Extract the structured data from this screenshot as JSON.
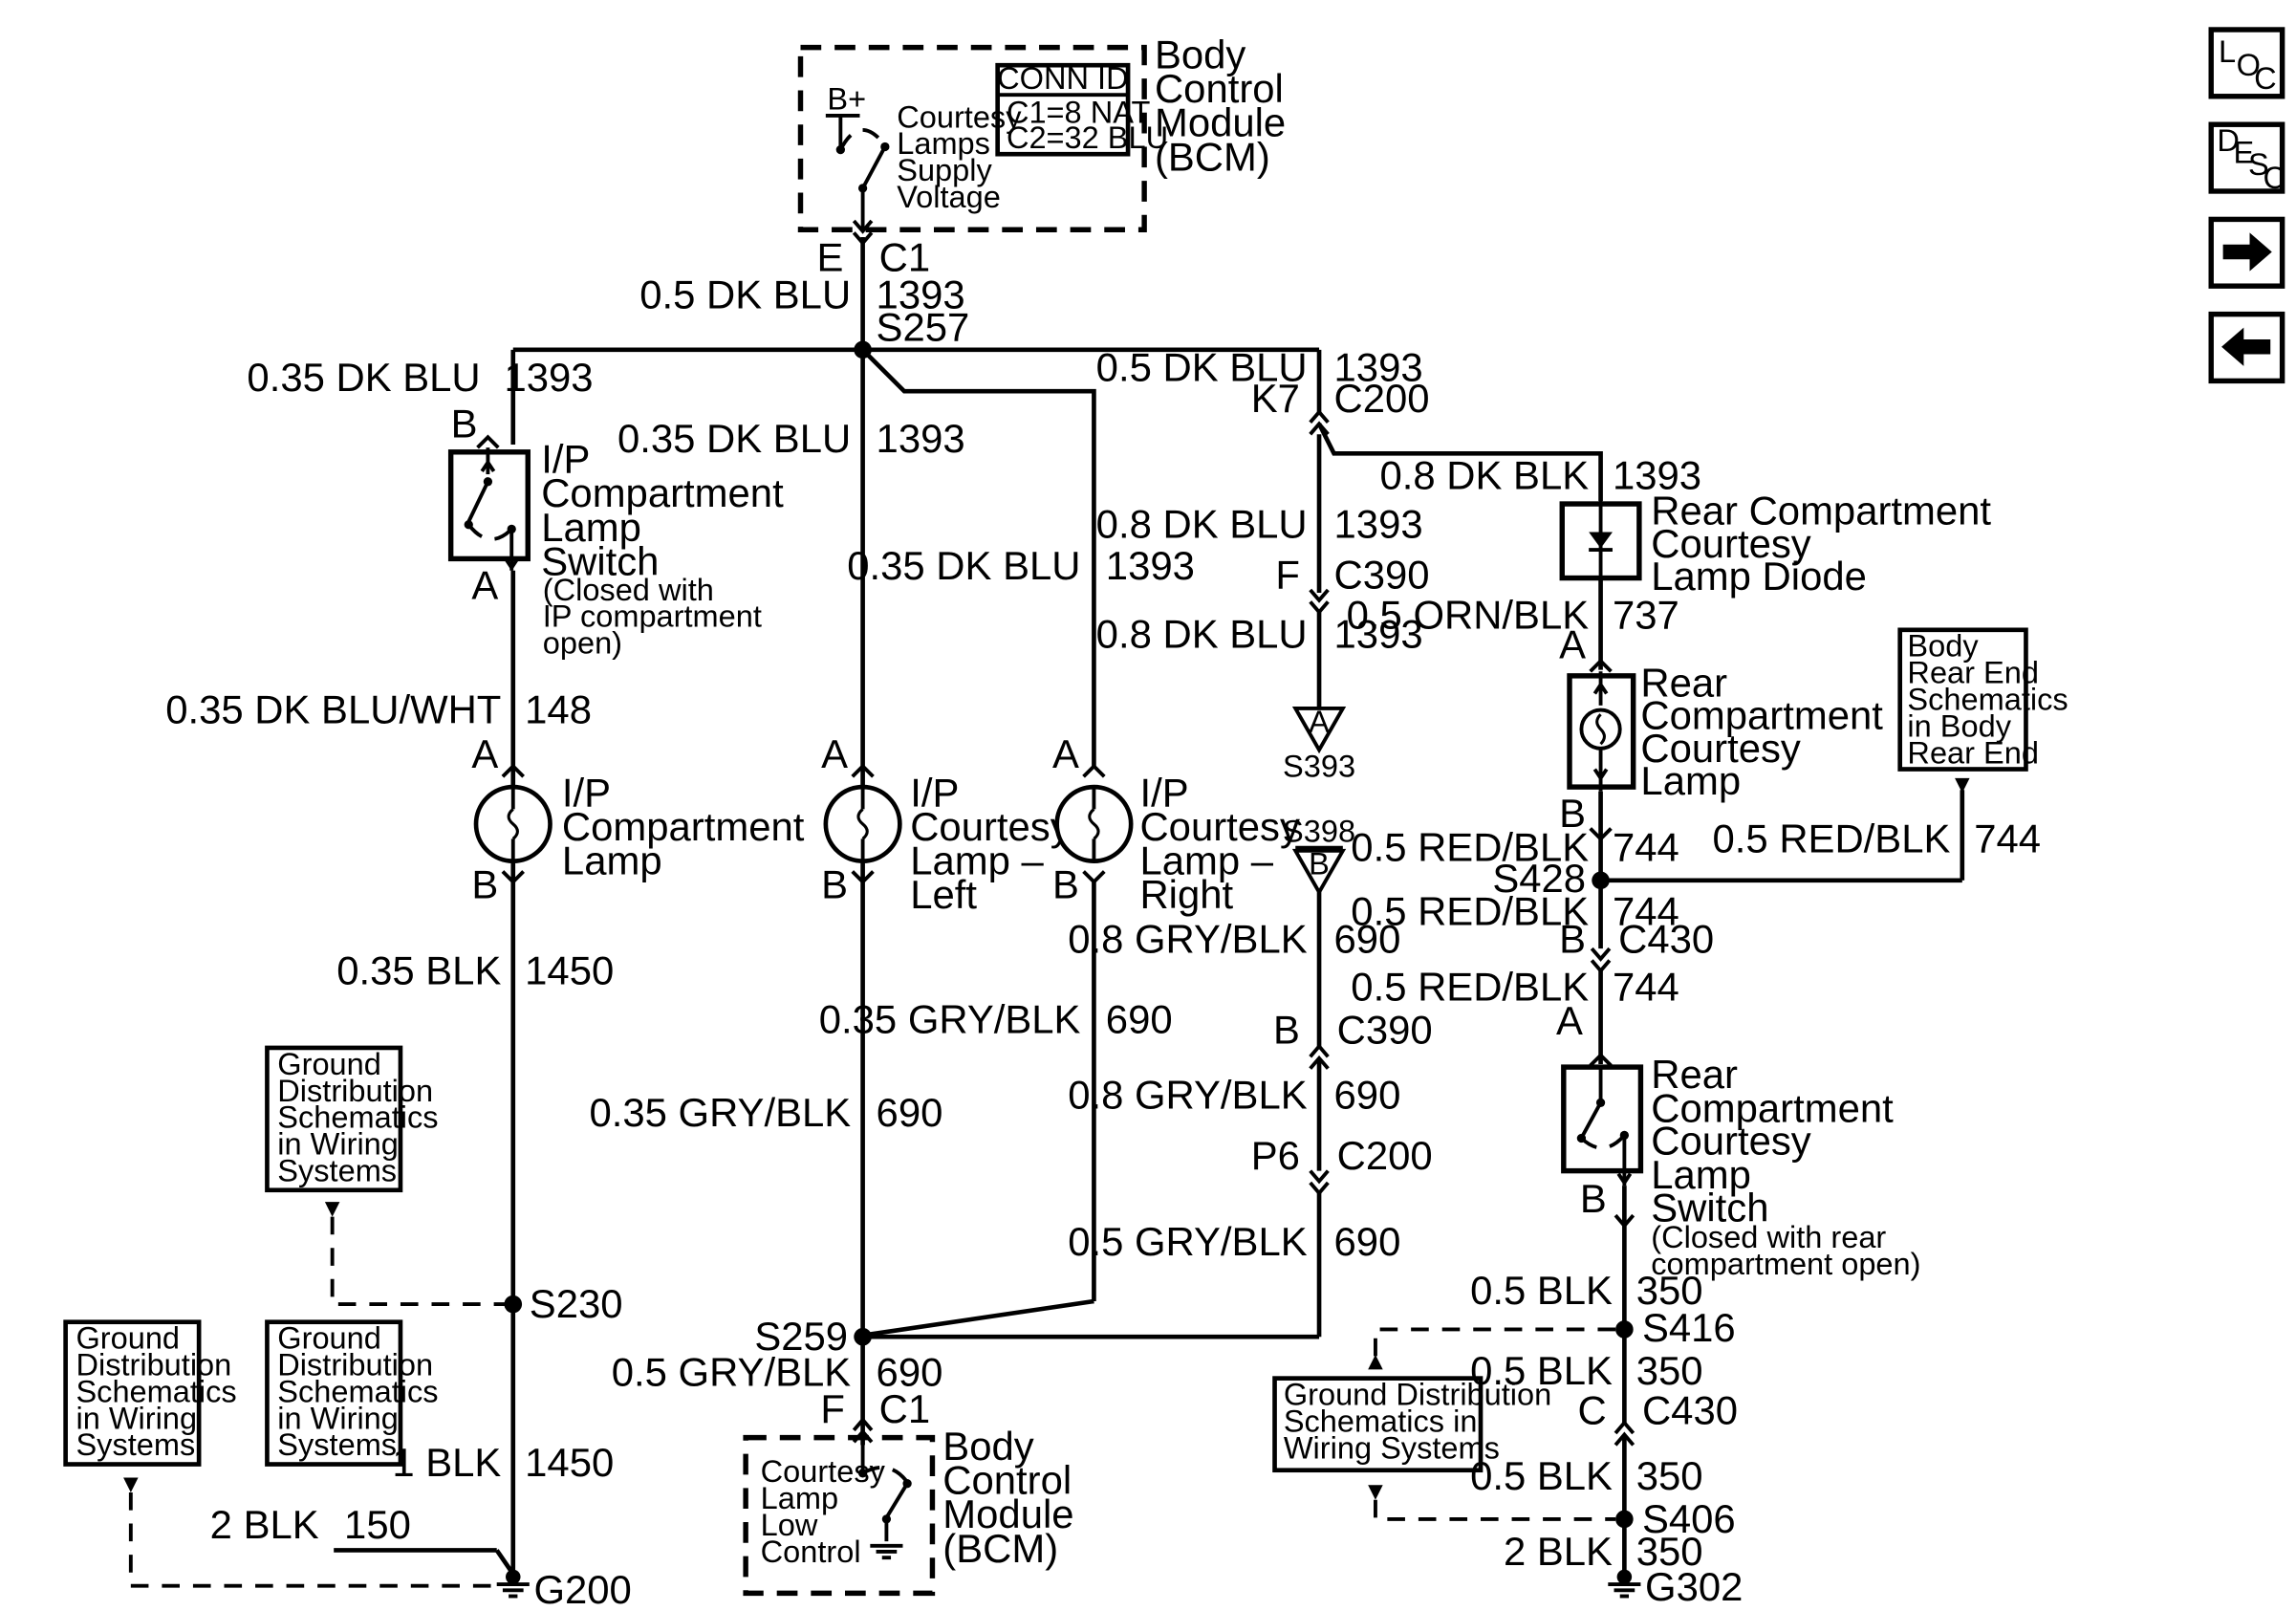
{
  "nav": {
    "loc": [
      "L",
      "O",
      "C"
    ],
    "desc": [
      "D",
      "E",
      "S",
      "C"
    ],
    "next_icon": "right-arrow-icon",
    "prev_icon": "left-arrow-icon"
  },
  "bcm_top": {
    "title": [
      "Body",
      "Control",
      "Module",
      "(BCM)"
    ],
    "bplus": "B+",
    "function": [
      "Courtesy",
      "Lamps",
      "Supply",
      "Voltage"
    ],
    "conn_header": "CONN ID",
    "conn_rows": [
      "C1=8 NAT",
      "C2=32 BLU"
    ],
    "pin": "E",
    "connector": "C1"
  },
  "trunk": {
    "wire": "0.5 DK BLU",
    "circuit": "1393",
    "splice": "S257"
  },
  "ip_switch": {
    "wire_in": "0.35 DK BLU",
    "circuit_in": "1393",
    "pin_in": "B",
    "title": [
      "I/P",
      "Compartment",
      "Lamp",
      "Switch"
    ],
    "note": [
      "(Closed with",
      "IP compartment",
      "open)"
    ],
    "pin_out": "A",
    "wire_out": "0.35 DK BLU/WHT",
    "circuit_out": "148"
  },
  "ip_lamp": {
    "pin_in": "A",
    "title": [
      "I/P",
      "Compartment",
      "Lamp"
    ],
    "pin_out": "B",
    "wire_out": "0.35 BLK",
    "circuit_out": "1450"
  },
  "ground_left": {
    "ref_box": [
      "Ground",
      "Distribution",
      "Schematics",
      "in Wiring",
      "Systems"
    ],
    "splice": "S230",
    "wire_a": "1 BLK",
    "circuit_a": "1450",
    "wire_b": "2 BLK",
    "circuit_b": "150",
    "ground": "G200"
  },
  "courtesy_left": {
    "wire_in": "0.35 DK BLU",
    "circuit_in": "1393",
    "pin_in": "A",
    "title": [
      "I/P",
      "Courtesy",
      "Lamp –",
      "Left"
    ],
    "pin_out": "B",
    "wire_out": "0.35 GRY/BLK",
    "circuit_out": "690"
  },
  "courtesy_right": {
    "wire_in": "0.35 DK BLU",
    "circuit_in": "1393",
    "pin_in": "A",
    "title": [
      "I/P",
      "Courtesy",
      "Lamp –",
      "Right"
    ],
    "pin_out": "B",
    "wire_out": "0.35 GRY/BLK",
    "circuit_out": "690"
  },
  "bcm_bottom": {
    "splice": "S259",
    "wire": "0.5 GRY/BLK",
    "circuit": "690",
    "pin": "F",
    "connector": "C1",
    "function": [
      "Courtesy",
      "Lamp",
      "Low",
      "Control"
    ],
    "title": [
      "Body",
      "Control",
      "Module",
      "(BCM)"
    ]
  },
  "rear_feed": {
    "wire1": "0.5 DK BLU",
    "circuit1": "1393",
    "pin1": "K7",
    "conn1": "C200",
    "wire2": "0.8 DK BLU",
    "circuit2": "1393",
    "pin2": "F",
    "conn2": "C390",
    "wire3": "0.8 DK BLU",
    "circuit3": "1393",
    "ref_a": "A",
    "ref_a_id": "S393",
    "ref_b_id": "S398",
    "ref_b": "B",
    "wire4": "0.8 GRY/BLK",
    "circuit4": "690",
    "pin4": "B",
    "conn4": "C390",
    "wire5": "0.8 GRY/BLK",
    "circuit5": "690",
    "pin5": "P6",
    "conn5": "C200",
    "wire6": "0.5 GRY/BLK",
    "circuit6": "690"
  },
  "diode": {
    "wire_in": "0.8 DK BLK",
    "circuit_in": "1393",
    "title": [
      "Rear Compartment",
      "Courtesy",
      "Lamp Diode"
    ],
    "wire_out": "0.5 ORN/BLK",
    "circuit_out": "737"
  },
  "rear_lamp": {
    "pin_in": "A",
    "title": [
      "Rear",
      "Compartment",
      "Courtesy",
      "Lamp"
    ],
    "pin_out": "B",
    "wire_out": "0.5 RED/BLK",
    "circuit_out": "744",
    "splice": "S428",
    "body_ref": [
      "Body",
      "Rear End",
      "Schematics",
      "in Body",
      "Rear End"
    ],
    "body_wire": "0.5 RED/BLK",
    "body_circuit": "744",
    "wire_b": "0.5 RED/BLK",
    "circuit_b": "744",
    "pin_c430": "B",
    "conn_c430": "C430",
    "wire_c": "0.5 RED/BLK",
    "circuit_c": "744"
  },
  "rear_switch": {
    "pin_in": "A",
    "title": [
      "Rear",
      "Compartment",
      "Courtesy",
      "Lamp",
      "Switch"
    ],
    "note": [
      "(Closed with rear",
      "compartment open)"
    ],
    "pin_out": "B"
  },
  "ground_right": {
    "wire1": "0.5 BLK",
    "circuit1": "350",
    "splice1": "S416",
    "ref_box": [
      "Ground Distribution",
      "Schematics in",
      "Wiring Systems"
    ],
    "wire2": "0.5 BLK",
    "circuit2": "350",
    "pin": "C",
    "conn": "C430",
    "wire3": "0.5 BLK",
    "circuit3": "350",
    "splice2": "S406",
    "wire4": "2 BLK",
    "circuit4": "350",
    "ground": "G302"
  }
}
